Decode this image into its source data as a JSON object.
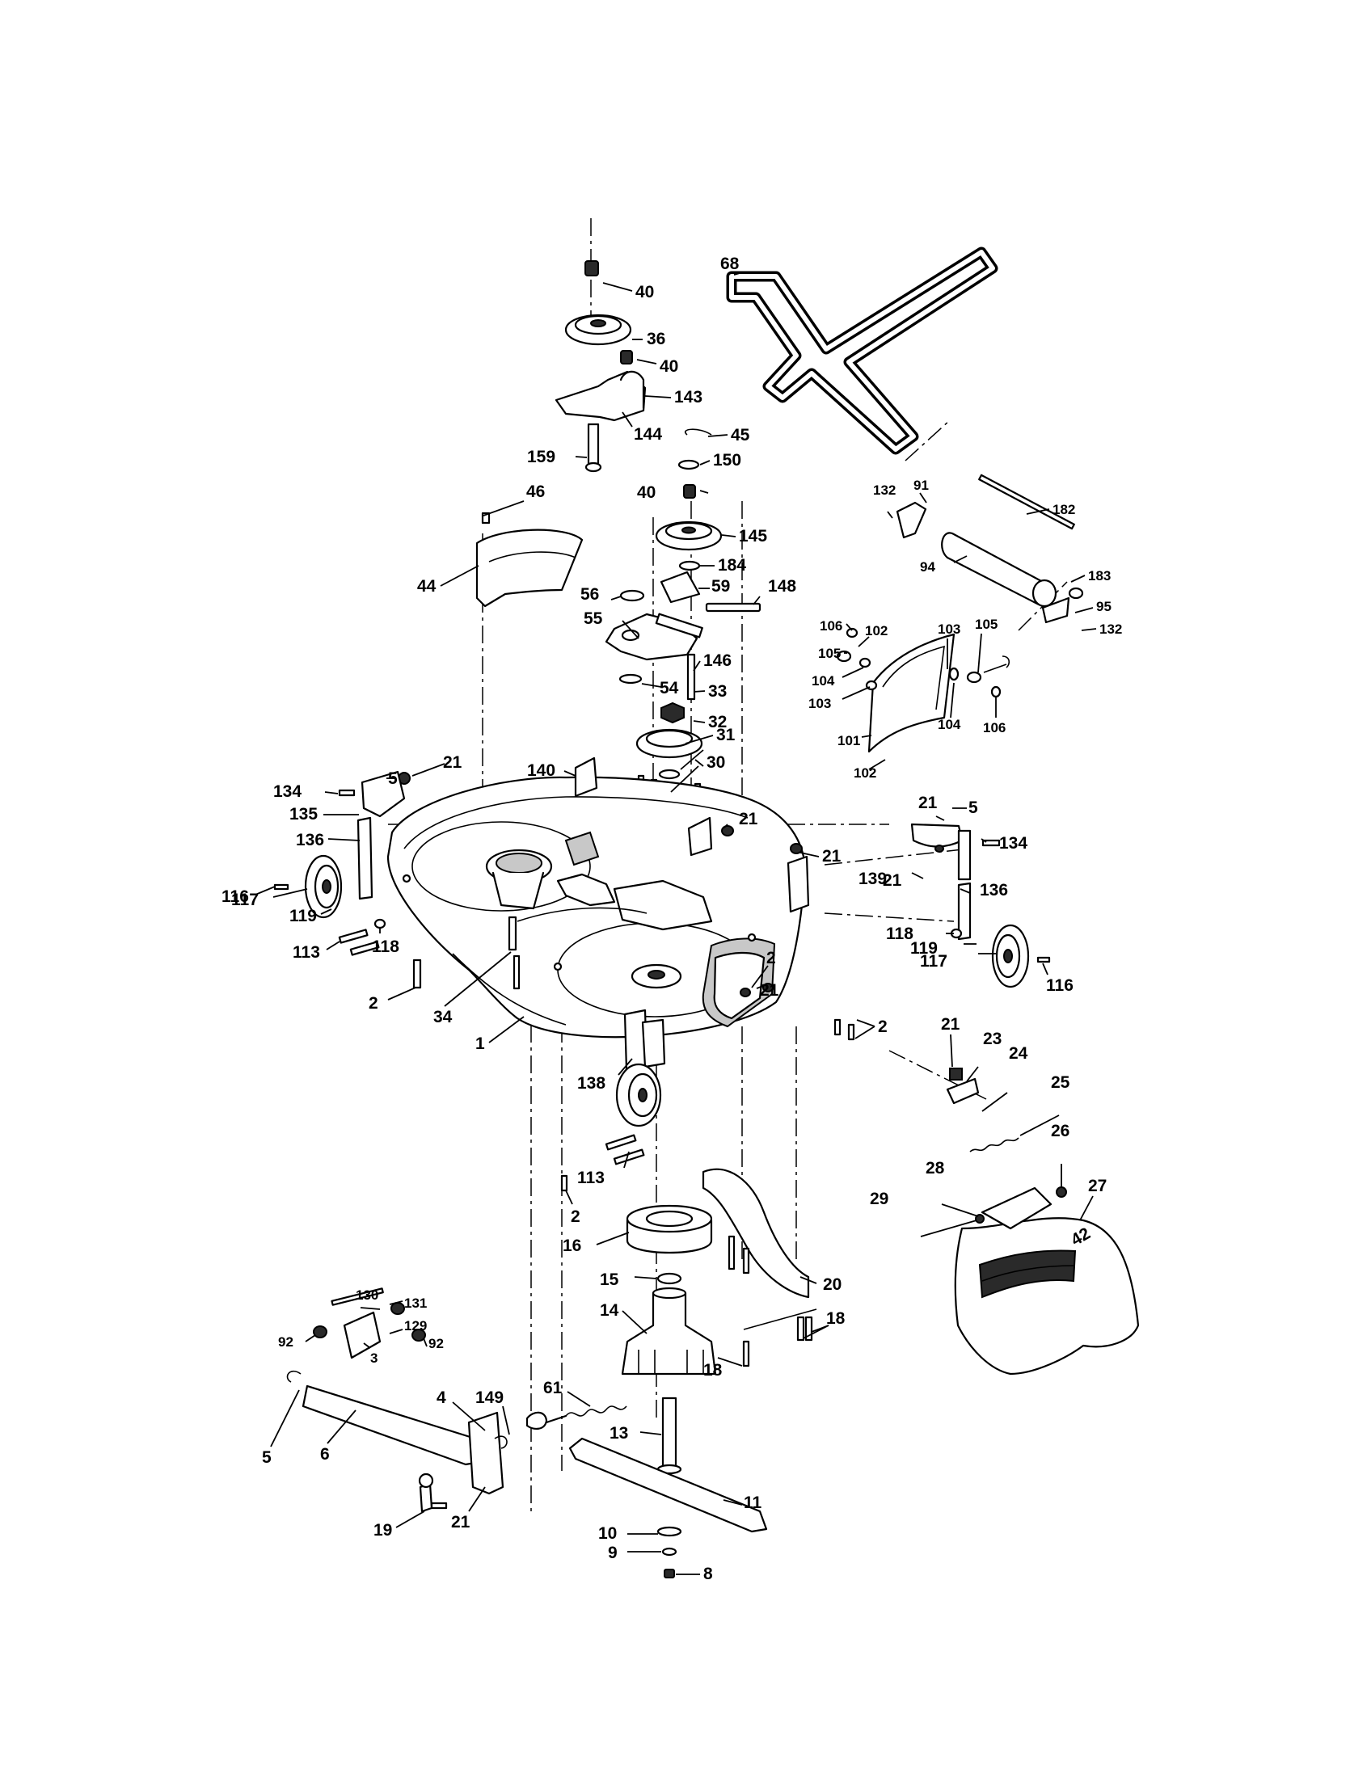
{
  "callouts": [
    {
      "id": "c40a",
      "label": "40"
    },
    {
      "id": "c36",
      "label": "36"
    },
    {
      "id": "c40b",
      "label": "40"
    },
    {
      "id": "c143",
      "label": "143"
    },
    {
      "id": "c144",
      "label": "144"
    },
    {
      "id": "c45",
      "label": "45"
    },
    {
      "id": "c150",
      "label": "150"
    },
    {
      "id": "c159",
      "label": "159"
    },
    {
      "id": "c40c",
      "label": "40"
    },
    {
      "id": "c145",
      "label": "145"
    },
    {
      "id": "c184",
      "label": "184"
    },
    {
      "id": "c68",
      "label": "68"
    },
    {
      "id": "c46",
      "label": "46"
    },
    {
      "id": "c44",
      "label": "44"
    },
    {
      "id": "c56",
      "label": "56"
    },
    {
      "id": "c59",
      "label": "59"
    },
    {
      "id": "c148",
      "label": "148"
    },
    {
      "id": "c55",
      "label": "55"
    },
    {
      "id": "c146",
      "label": "146"
    },
    {
      "id": "c54",
      "label": "54"
    },
    {
      "id": "c33",
      "label": "33"
    },
    {
      "id": "c32",
      "label": "32"
    },
    {
      "id": "c31",
      "label": "31"
    },
    {
      "id": "c30",
      "label": "30"
    },
    {
      "id": "c132a",
      "label": "132"
    },
    {
      "id": "c91",
      "label": "91"
    },
    {
      "id": "c182",
      "label": "182"
    },
    {
      "id": "c94",
      "label": "94"
    },
    {
      "id": "c183",
      "label": "183"
    },
    {
      "id": "c95",
      "label": "95"
    },
    {
      "id": "c132b",
      "label": "132"
    },
    {
      "id": "c106a",
      "label": "106"
    },
    {
      "id": "c102a",
      "label": "102"
    },
    {
      "id": "c103a",
      "label": "103"
    },
    {
      "id": "c105a",
      "label": "105"
    },
    {
      "id": "c105b",
      "label": "105"
    },
    {
      "id": "c104a",
      "label": "104"
    },
    {
      "id": "c103b",
      "label": "103"
    },
    {
      "id": "c104b",
      "label": "104"
    },
    {
      "id": "c106b",
      "label": "106"
    },
    {
      "id": "c101",
      "label": "101"
    },
    {
      "id": "c102b",
      "label": "102"
    },
    {
      "id": "c21a",
      "label": "21"
    },
    {
      "id": "c5a",
      "label": "5"
    },
    {
      "id": "c134a",
      "label": "134"
    },
    {
      "id": "c135",
      "label": "135"
    },
    {
      "id": "c140",
      "label": "140"
    },
    {
      "id": "c136a",
      "label": "136"
    },
    {
      "id": "c116a",
      "label": "116"
    },
    {
      "id": "c117a",
      "label": "117"
    },
    {
      "id": "c119a",
      "label": "119"
    },
    {
      "id": "c113a",
      "label": "113"
    },
    {
      "id": "c118a",
      "label": "118"
    },
    {
      "id": "c2a",
      "label": "2"
    },
    {
      "id": "c34",
      "label": "34"
    },
    {
      "id": "c1",
      "label": "1"
    },
    {
      "id": "c21b",
      "label": "21"
    },
    {
      "id": "c21c",
      "label": "21"
    },
    {
      "id": "c21d",
      "label": "21"
    },
    {
      "id": "c5b",
      "label": "5"
    },
    {
      "id": "c139",
      "label": "139"
    },
    {
      "id": "c134b",
      "label": "134"
    },
    {
      "id": "c21e",
      "label": "21"
    },
    {
      "id": "c136b",
      "label": "136"
    },
    {
      "id": "c118b",
      "label": "118"
    },
    {
      "id": "c119b",
      "label": "119"
    },
    {
      "id": "c117b",
      "label": "117"
    },
    {
      "id": "c116b",
      "label": "116"
    },
    {
      "id": "c2b",
      "label": "2"
    },
    {
      "id": "c21f",
      "label": "21"
    },
    {
      "id": "c2c",
      "label": "2"
    },
    {
      "id": "c138",
      "label": "138"
    },
    {
      "id": "c21g",
      "label": "21"
    },
    {
      "id": "c23",
      "label": "23"
    },
    {
      "id": "c24",
      "label": "24"
    },
    {
      "id": "c25",
      "label": "25"
    },
    {
      "id": "c26",
      "label": "26"
    },
    {
      "id": "c113b",
      "label": "113"
    },
    {
      "id": "c2d",
      "label": "2"
    },
    {
      "id": "c16",
      "label": "16"
    },
    {
      "id": "c28",
      "label": "28"
    },
    {
      "id": "c29",
      "label": "29"
    },
    {
      "id": "c27",
      "label": "27"
    },
    {
      "id": "c15",
      "label": "15"
    },
    {
      "id": "c20",
      "label": "20"
    },
    {
      "id": "c14",
      "label": "14"
    },
    {
      "id": "c18a",
      "label": "18"
    },
    {
      "id": "c18b",
      "label": "18"
    },
    {
      "id": "c130",
      "label": "130"
    },
    {
      "id": "c131",
      "label": "131"
    },
    {
      "id": "c129",
      "label": "129"
    },
    {
      "id": "c92a",
      "label": "92"
    },
    {
      "id": "c92b",
      "label": "92"
    },
    {
      "id": "c3",
      "label": "3"
    },
    {
      "id": "c61",
      "label": "61"
    },
    {
      "id": "c4",
      "label": "4"
    },
    {
      "id": "c149",
      "label": "149"
    },
    {
      "id": "c5c",
      "label": "5"
    },
    {
      "id": "c6",
      "label": "6"
    },
    {
      "id": "c13",
      "label": "13"
    },
    {
      "id": "c11",
      "label": "11"
    },
    {
      "id": "c19",
      "label": "19"
    },
    {
      "id": "c21h",
      "label": "21"
    },
    {
      "id": "c10",
      "label": "10"
    },
    {
      "id": "c9",
      "label": "9"
    },
    {
      "id": "c8",
      "label": "8"
    }
  ],
  "chute_mark": "42"
}
